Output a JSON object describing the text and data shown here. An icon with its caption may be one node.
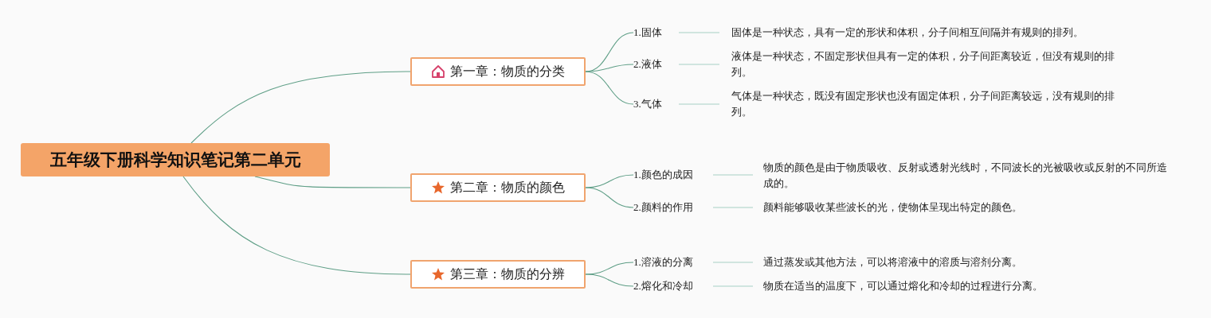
{
  "diagram": {
    "nodes": [
      {
        "text": [
          "五年级下册科学知识笔记第二单元"
        ]
      },
      {
        "text": [
          "第一章：物质的分类"
        ]
      },
      {
        "text": [
          "1.固体"
        ]
      },
      {
        "text": [
          "固体是一种状态，具有一定的形状和体积，分子间相互间隔并有规则的排列。"
        ]
      },
      {
        "text": [
          "2.液体"
        ]
      },
      {
        "text": [
          "液体是一种状态，不固定形状但具有一定的体积，分子间距离较近，但没有规则的排列。"
        ]
      },
      {
        "text": [
          "3.气体"
        ]
      },
      {
        "text": [
          "气体是一种状态，既没有固定形状也没有固定体积，分子间距离较远，没有规则的排列。"
        ]
      },
      {
        "text": [
          "第二章：物质的颜色"
        ]
      },
      {
        "text": [
          "1.颜色的成因"
        ]
      },
      {
        "text": [
          "物质的颜色是由于物质吸收、反射或透射光线时，不同波长的光被吸收或反射的不同所造成的。"
        ]
      },
      {
        "text": [
          "2.颜料的作用"
        ]
      },
      {
        "text": [
          "颜料能够吸收某些波长的光，使物体呈现出特定的颜色。"
        ]
      },
      {
        "text": [
          "第三章：物质的分辨"
        ]
      },
      {
        "text": [
          "1.溶液的分离"
        ]
      },
      {
        "text": [
          "通过蒸发或其他方法，可以将溶液中的溶质与溶剂分离。"
        ]
      },
      {
        "text": [
          "2.熔化和冷却"
        ]
      },
      {
        "text": [
          "物质在适当的温度下，可以通过熔化和冷却的过程进行分离。"
        ]
      }
    ],
    "edges": [
      {
        "from": 0,
        "to": 1,
        "arrow": "none"
      },
      {
        "from": 0,
        "to": 8,
        "arrow": "none"
      },
      {
        "from": 0,
        "to": 13,
        "arrow": "none"
      },
      {
        "from": 1,
        "to": 2,
        "arrow": "none"
      },
      {
        "from": 1,
        "to": 4,
        "arrow": "none"
      },
      {
        "from": 1,
        "to": 6,
        "arrow": "none"
      },
      {
        "from": 2,
        "to": 3,
        "arrow": "none"
      },
      {
        "from": 4,
        "to": 5,
        "arrow": "none"
      },
      {
        "from": 6,
        "to": 7,
        "arrow": "none"
      },
      {
        "from": 8,
        "to": 9,
        "arrow": "none"
      },
      {
        "from": 8,
        "to": 11,
        "arrow": "none"
      },
      {
        "from": 9,
        "to": 10,
        "arrow": "none"
      },
      {
        "from": 11,
        "to": 12,
        "arrow": "none"
      },
      {
        "from": 13,
        "to": 14,
        "arrow": "none"
      },
      {
        "from": 13,
        "to": 16,
        "arrow": "none"
      },
      {
        "from": 14,
        "to": 15,
        "arrow": "none"
      },
      {
        "from": 16,
        "to": 17,
        "arrow": "none"
      }
    ]
  }
}
